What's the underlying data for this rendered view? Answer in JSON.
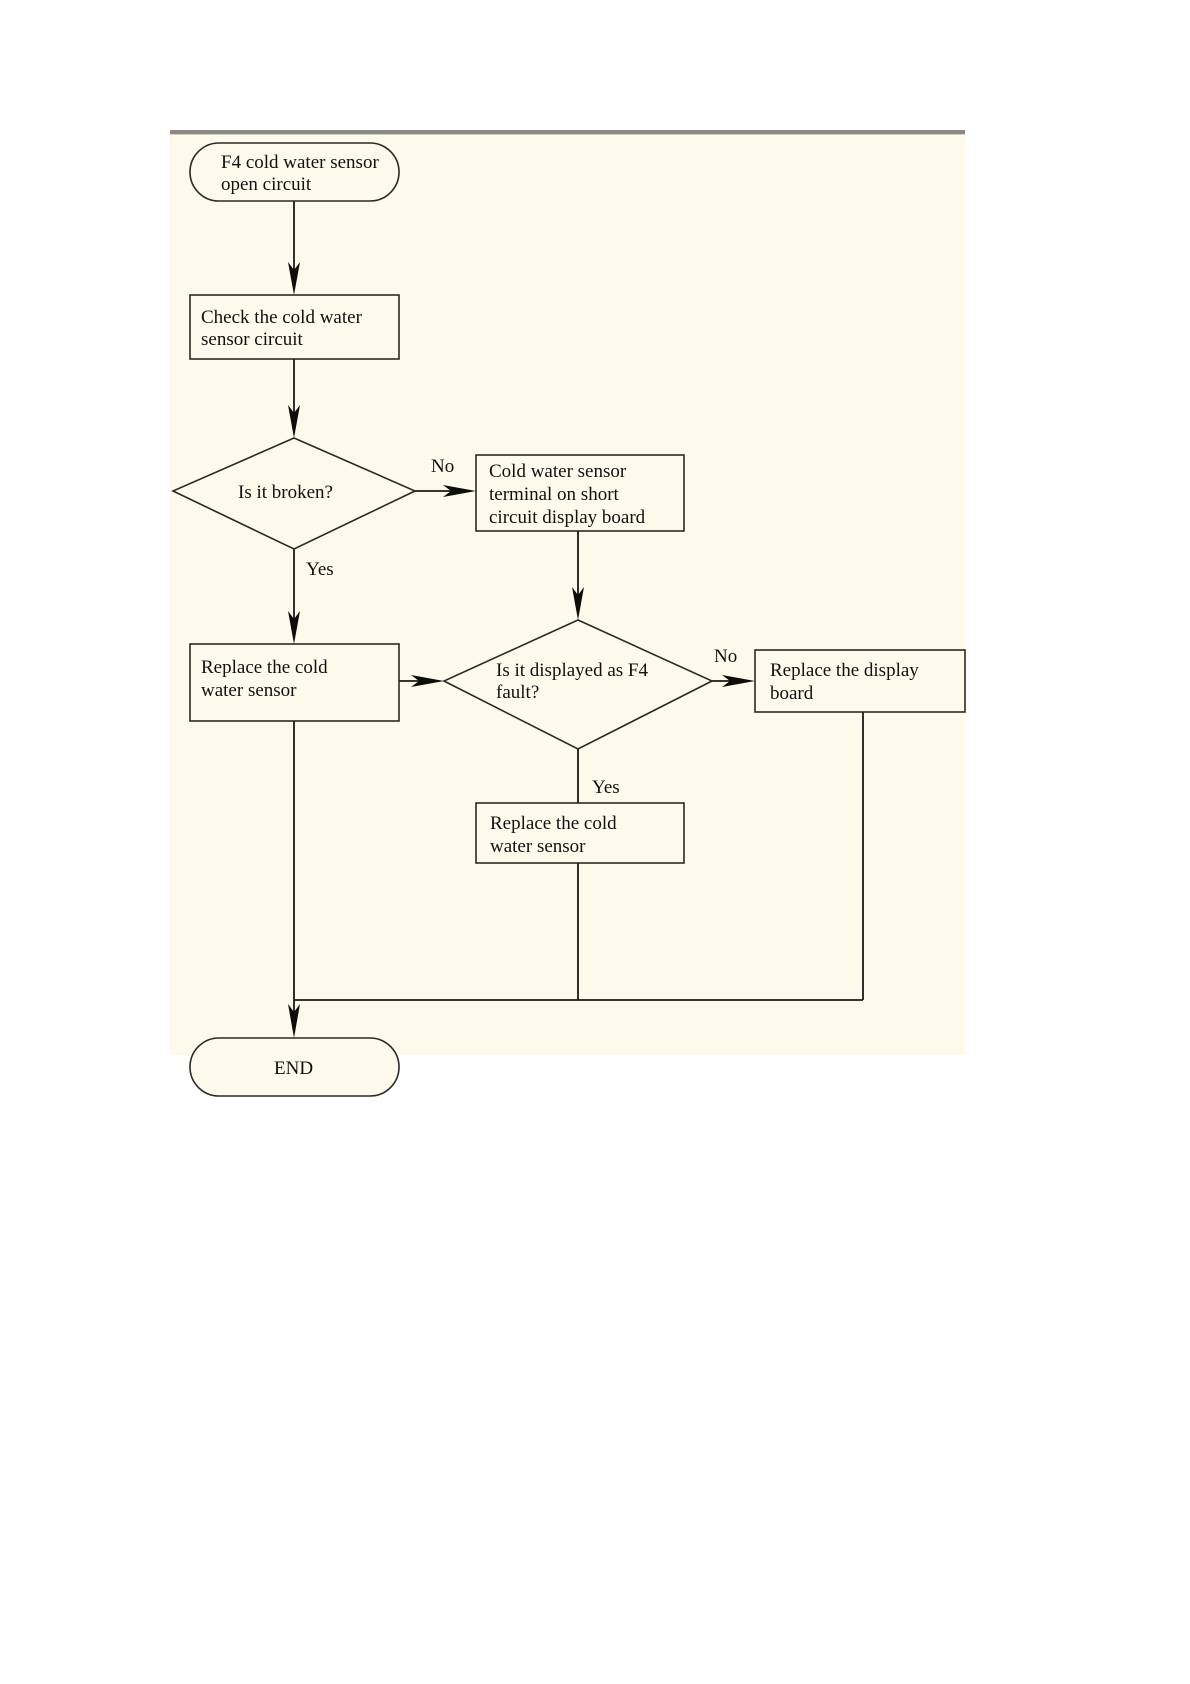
{
  "document": {
    "background_color": "#ffffff",
    "panel_color": "#fdfaeb",
    "rule_color": "#8a8a82",
    "line_color": "#1a1a14"
  },
  "chart_data": {
    "type": "diagram",
    "diagram_kind": "flowchart",
    "title": "F4 cold water sensor open circuit troubleshooting",
    "nodes": [
      {
        "id": "start",
        "shape": "terminator",
        "label": "F4 cold water sensor open circuit"
      },
      {
        "id": "check",
        "shape": "process",
        "label": "Check the cold water sensor circuit"
      },
      {
        "id": "broken",
        "shape": "decision",
        "label": "Is it broken?"
      },
      {
        "id": "shortboard",
        "shape": "process",
        "label": "Cold water sensor terminal on short circuit display board"
      },
      {
        "id": "replace1",
        "shape": "process",
        "label": "Replace the cold water sensor"
      },
      {
        "id": "displayedf4",
        "shape": "decision",
        "label": "Is it displayed as F4 fault?"
      },
      {
        "id": "replaceboard",
        "shape": "process",
        "label": "Replace the display board"
      },
      {
        "id": "replace2",
        "shape": "process",
        "label": "Replace the cold water sensor"
      },
      {
        "id": "end",
        "shape": "terminator",
        "label": "END"
      }
    ],
    "edges": [
      {
        "from": "start",
        "to": "check",
        "label": ""
      },
      {
        "from": "check",
        "to": "broken",
        "label": ""
      },
      {
        "from": "broken",
        "to": "shortboard",
        "label": "No"
      },
      {
        "from": "broken",
        "to": "replace1",
        "label": "Yes"
      },
      {
        "from": "shortboard",
        "to": "displayedf4",
        "label": ""
      },
      {
        "from": "replace1",
        "to": "displayedf4",
        "label": ""
      },
      {
        "from": "displayedf4",
        "to": "replaceboard",
        "label": "No"
      },
      {
        "from": "displayedf4",
        "to": "replace2",
        "label": "Yes"
      },
      {
        "from": "replace1",
        "to": "end",
        "label": ""
      },
      {
        "from": "replace2",
        "to": "end",
        "label": ""
      },
      {
        "from": "replaceboard",
        "to": "end",
        "label": ""
      }
    ]
  },
  "nodes": {
    "start": {
      "line1": "F4 cold water sensor",
      "line2": "open circuit"
    },
    "check": {
      "line1": "Check the cold water",
      "line2": "sensor circuit"
    },
    "broken": {
      "line1": "Is it broken?"
    },
    "shortboard": {
      "line1": "Cold water sensor",
      "line2": "terminal on short",
      "line3": "circuit display board"
    },
    "replace1": {
      "line1": "Replace the cold",
      "line2": "water sensor"
    },
    "displayedf4": {
      "line1": "Is it displayed as F4",
      "line2": "fault?"
    },
    "replaceboard": {
      "line1": "Replace the display",
      "line2": "board"
    },
    "replace2": {
      "line1": "Replace the cold",
      "line2": "water sensor"
    },
    "end": {
      "line1": "END"
    }
  },
  "labels": {
    "broken_no": "No",
    "broken_yes": "Yes",
    "f4_no": "No",
    "f4_yes": "Yes"
  }
}
